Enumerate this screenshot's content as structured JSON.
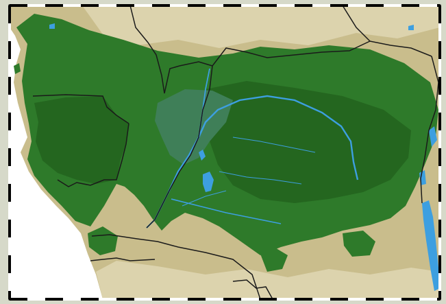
{
  "map": {
    "kind": "vegetation-relief-map",
    "colors": {
      "ocean": "#ffffff",
      "savanna_tan": "#c9bd8c",
      "savanna_light": "#dcd3ad",
      "forest_green": "#2e7a2a",
      "forest_dark": "#24661f",
      "swamp_teal": "#3f7f58",
      "outside_map": "#d6d9c9",
      "water_blue": "#3d9fe0",
      "border_black": "#1a1a1a",
      "frame_black": "#000000",
      "frame_white": "#ffffff"
    },
    "frame": {
      "style": "alternating-black-white-graticule"
    },
    "layers": [
      "outside-map-relief",
      "savanna-background",
      "tropical-rainforest",
      "central-swamp-forest",
      "rivers-and-lakes",
      "country-borders",
      "graticule-frame"
    ]
  }
}
